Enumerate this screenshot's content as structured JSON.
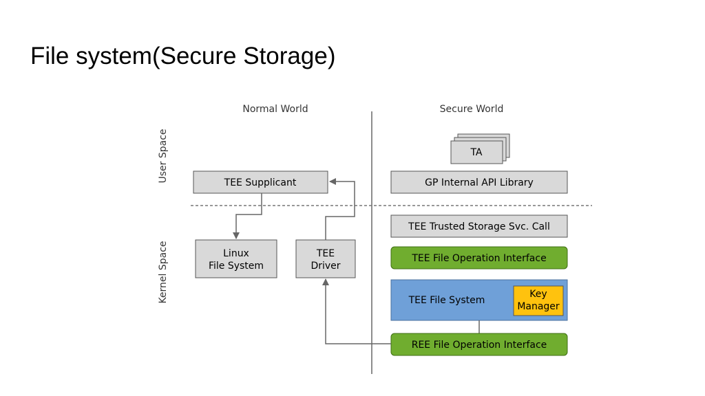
{
  "slide": {
    "title": "File system(Secure Storage)"
  },
  "diagram": {
    "columns": {
      "normal_world": "Normal World",
      "secure_world": "Secure World"
    },
    "rows": {
      "user_space": "User Space",
      "kernel_space": "Kernel Space"
    },
    "boxes": {
      "ta": "TA",
      "tee_supplicant": "TEE Supplicant",
      "gp_internal_api": "GP Internal API Library",
      "linux_fs_line1": "Linux",
      "linux_fs_line2": "File System",
      "tee_driver_line1": "TEE",
      "tee_driver_line2": "Driver",
      "tee_trusted_storage": "TEE Trusted Storage Svc. Call",
      "tee_file_op": "TEE File Operation Interface",
      "tee_file_system": "TEE File System",
      "key_manager_line1": "Key",
      "key_manager_line2": "Manager",
      "ree_file_op": "REE File Operation Interface"
    },
    "colors": {
      "gray_box": "#d9d9d9",
      "green_box": "#70ad2f",
      "blue_box": "#6fa0d8",
      "yellow_box": "#ffc20e",
      "line": "#666666"
    }
  }
}
